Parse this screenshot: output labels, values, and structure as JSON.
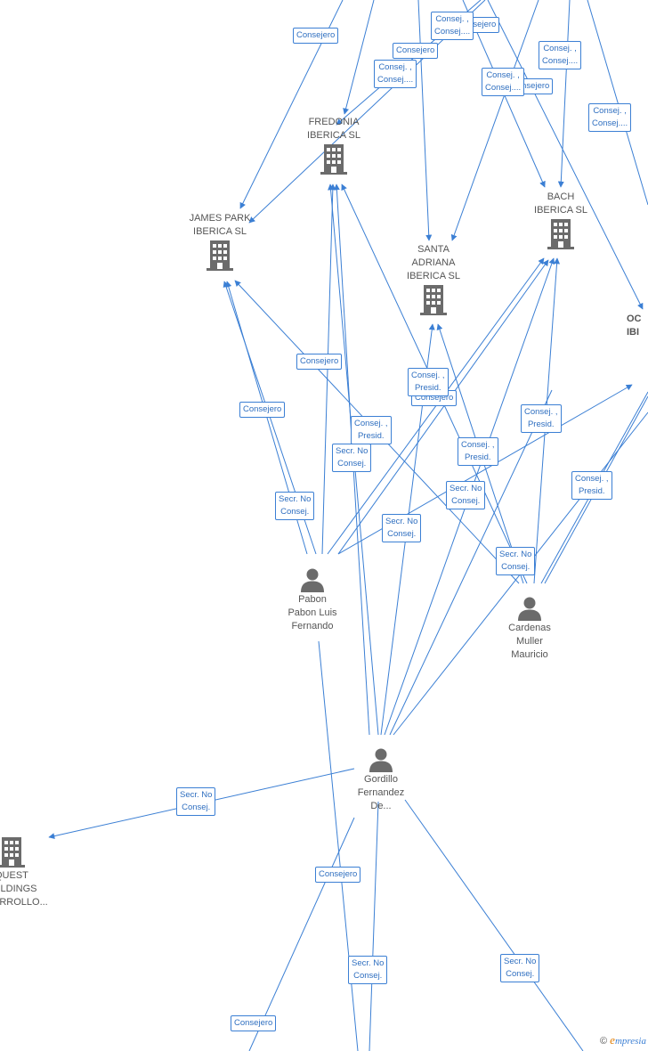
{
  "companies": [
    {
      "id": "fredonia",
      "lines": [
        "FREDONIA",
        "IBERICA  SL"
      ]
    },
    {
      "id": "jamespark",
      "lines": [
        "JAMES PARK",
        "IBERICA  SL"
      ]
    },
    {
      "id": "santa",
      "lines": [
        "SANTA",
        "ADRIANA",
        "IBERICA  SL"
      ]
    },
    {
      "id": "bach",
      "lines": [
        "BACH",
        "IBERICA  SL"
      ]
    },
    {
      "id": "oc",
      "lines": [
        "OC",
        "IBI"
      ]
    },
    {
      "id": "quest",
      "lines": [
        "QUEST",
        "OLDINGS",
        "ARROLLO..."
      ]
    }
  ],
  "people": [
    {
      "id": "pabon",
      "lines": [
        "Pabon",
        "Pabon Luis",
        "Fernando"
      ]
    },
    {
      "id": "cardenas",
      "lines": [
        "Cardenas",
        "Muller",
        "Mauricio"
      ]
    },
    {
      "id": "gordillo",
      "lines": [
        "Gordillo",
        "Fernandez",
        "De..."
      ]
    }
  ],
  "relations": [
    {
      "lines": [
        "Consejero"
      ]
    },
    {
      "lines": [
        "Consejero"
      ]
    },
    {
      "lines": [
        "Consej. ,",
        "Consej...."
      ]
    },
    {
      "lines": [
        "Consejero"
      ]
    },
    {
      "lines": [
        "Consej. ,",
        "Consej...."
      ]
    },
    {
      "lines": [
        "Consejero"
      ]
    },
    {
      "lines": [
        "Consej. ,",
        "Consej...."
      ]
    },
    {
      "lines": [
        "Consej. ,",
        "Consej...."
      ]
    },
    {
      "lines": [
        "Consej. ,",
        "Consej...."
      ]
    },
    {
      "lines": [
        "Consejero"
      ]
    },
    {
      "lines": [
        "Consejero"
      ]
    },
    {
      "lines": [
        "Consejero"
      ]
    },
    {
      "lines": [
        "Consej. ,",
        "Presid."
      ]
    },
    {
      "lines": [
        "Consej. ,",
        "Presid."
      ]
    },
    {
      "lines": [
        "Consej. ,",
        "Presid."
      ]
    },
    {
      "lines": [
        "Consej. ,",
        "Presid."
      ]
    },
    {
      "lines": [
        "Consej. ,",
        "Presid."
      ]
    },
    {
      "lines": [
        "Secr.  No",
        "Consej."
      ]
    },
    {
      "lines": [
        "Secr.  No",
        "Consej."
      ]
    },
    {
      "lines": [
        "Secr.  No",
        "Consej."
      ]
    },
    {
      "lines": [
        "Secr.  No",
        "Consej."
      ]
    },
    {
      "lines": [
        "Secr.  No",
        "Consej."
      ]
    },
    {
      "lines": [
        "Secr.  No",
        "Consej."
      ]
    },
    {
      "lines": [
        "Consejero"
      ]
    },
    {
      "lines": [
        "Secr.  No",
        "Consej."
      ]
    },
    {
      "lines": [
        "Secr.  No",
        "Consej."
      ]
    },
    {
      "lines": [
        "Consejero"
      ]
    }
  ],
  "colors": {
    "edge": "#3b7fd4",
    "label_text": "#2f6fc0",
    "node_text": "#555555",
    "icon": "#6b6b6b"
  },
  "brand": {
    "copyright": "©",
    "initial": "e",
    "rest": "mpresia"
  }
}
